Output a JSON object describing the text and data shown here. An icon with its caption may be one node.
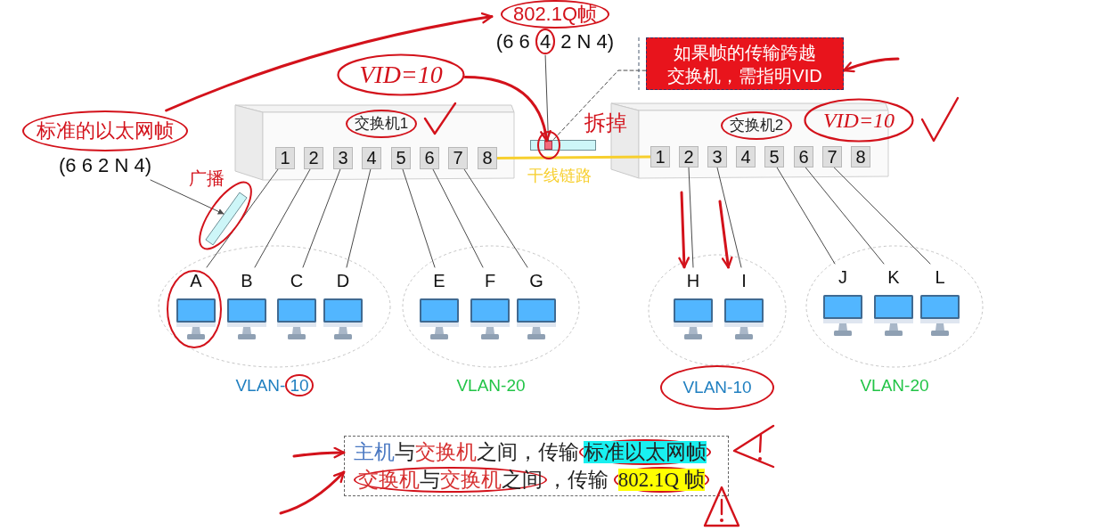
{
  "diagram": {
    "nodes": [
      {
        "text": [
          "标准的以太网帧",
          "(6 6 2 N 4)"
        ]
      },
      {
        "text": [
          "802.1Q帧",
          "(6 6 4 2 N 4)"
        ]
      },
      {
        "text": [
          "VID=10"
        ]
      },
      {
        "text": [
          "如果帧的传输跨越交换机，需指明VID"
        ]
      },
      {
        "text": [
          "交换机1"
        ]
      },
      {
        "text": [
          "1"
        ],
        "in": 4
      },
      {
        "text": [
          "2"
        ],
        "in": 4
      },
      {
        "text": [
          "3"
        ],
        "in": 4
      },
      {
        "text": [
          "4"
        ],
        "in": 4
      },
      {
        "text": [
          "5"
        ],
        "in": 4
      },
      {
        "text": [
          "6"
        ],
        "in": 4
      },
      {
        "text": [
          "7"
        ],
        "in": 4
      },
      {
        "text": [
          "8"
        ],
        "in": 4
      },
      {
        "text": [],
        "shape": "bar"
      },
      {
        "text": [],
        "shape": "bar"
      },
      {
        "text": [],
        "shape": "box",
        "in": 14
      },
      {
        "text": [
          "交换机2"
        ]
      },
      {
        "text": [
          "1"
        ],
        "in": 16
      },
      {
        "text": [
          "2"
        ],
        "in": 16
      },
      {
        "text": [
          "3"
        ],
        "in": 16
      },
      {
        "text": [
          "4"
        ],
        "in": 16
      },
      {
        "text": [
          "5"
        ],
        "in": 16
      },
      {
        "text": [
          "6"
        ],
        "in": 16
      },
      {
        "text": [
          "7"
        ],
        "in": 16
      },
      {
        "text": [
          "8"
        ],
        "in": 16
      },
      {
        "text": [
          "VID=10"
        ]
      },
      {
        "text": [
          "VLAN-10"
        ]
      },
      {
        "text": [
          "A"
        ],
        "in": 26
      },
      {
        "text": [
          "B"
        ],
        "in": 26
      },
      {
        "text": [
          "C"
        ],
        "in": 26
      },
      {
        "text": [
          "D"
        ],
        "in": 26
      },
      {
        "text": [
          "VLAN-20"
        ]
      },
      {
        "text": [
          "E"
        ],
        "in": 31
      },
      {
        "text": [
          "F"
        ],
        "in": 31
      },
      {
        "text": [
          "G"
        ],
        "in": 31
      },
      {
        "text": [
          "VLAN-10"
        ]
      },
      {
        "text": [
          "H"
        ],
        "in": 35
      },
      {
        "text": [
          "I"
        ],
        "in": 35
      },
      {
        "text": [
          "VLAN-20"
        ]
      },
      {
        "text": [
          "J"
        ],
        "in": 38
      },
      {
        "text": [
          "K"
        ],
        "in": 38
      },
      {
        "text": [
          "L"
        ],
        "in": 38
      },
      {
        "text": [
          "主机与交换机之间，传输标准以太网帧",
          "交换机与交换机之间，传输 802.1Q 帧"
        ]
      }
    ],
    "edges": [
      {
        "from": 0,
        "to": 13,
        "arrow": "to"
      },
      {
        "from": 1,
        "to": 15,
        "arrow": "none"
      },
      {
        "from": 3,
        "to": 15,
        "arrow": "none",
        "style": "dashed"
      },
      {
        "from": 12,
        "to": 17,
        "arrow": "none",
        "label": "干线链路",
        "style": "thick",
        "color": "#f7cf2e"
      },
      {
        "from": 5,
        "to": 27,
        "arrow": "none"
      },
      {
        "from": 6,
        "to": 28,
        "arrow": "none"
      },
      {
        "from": 7,
        "to": 29,
        "arrow": "none"
      },
      {
        "from": 8,
        "to": 30,
        "arrow": "none"
      },
      {
        "from": 9,
        "to": 32,
        "arrow": "none"
      },
      {
        "from": 10,
        "to": 33,
        "arrow": "none"
      },
      {
        "from": 11,
        "to": 34,
        "arrow": "none"
      },
      {
        "from": 18,
        "to": 36,
        "arrow": "none"
      },
      {
        "from": 19,
        "to": 37,
        "arrow": "none"
      },
      {
        "from": 21,
        "to": 39,
        "arrow": "none"
      },
      {
        "from": 22,
        "to": 40,
        "arrow": "none"
      },
      {
        "from": 23,
        "to": 41,
        "arrow": "none"
      },
      {
        "from": 0,
        "to": 1,
        "arrow": "to",
        "style": "thick",
        "color": "#d3121b"
      },
      {
        "from": 2,
        "to": 15,
        "arrow": "to",
        "style": "thick",
        "color": "#d3121b"
      },
      {
        "from": null,
        "to": 3,
        "arrow": "to",
        "style": "thick",
        "color": "#d3121b"
      },
      {
        "from": null,
        "to": 36,
        "arrow": "to",
        "style": "thick",
        "color": "#d3121b"
      },
      {
        "from": null,
        "to": 37,
        "arrow": "to",
        "style": "thick",
        "color": "#d3121b"
      },
      {
        "from": null,
        "to": 42,
        "arrow": "to",
        "style": "thick",
        "color": "#d3121b"
      },
      {
        "from": null,
        "to": 42,
        "arrow": "to",
        "style": "thick",
        "color": "#d3121b"
      }
    ],
    "labels": [
      "广播",
      "拆掉"
    ]
  }
}
